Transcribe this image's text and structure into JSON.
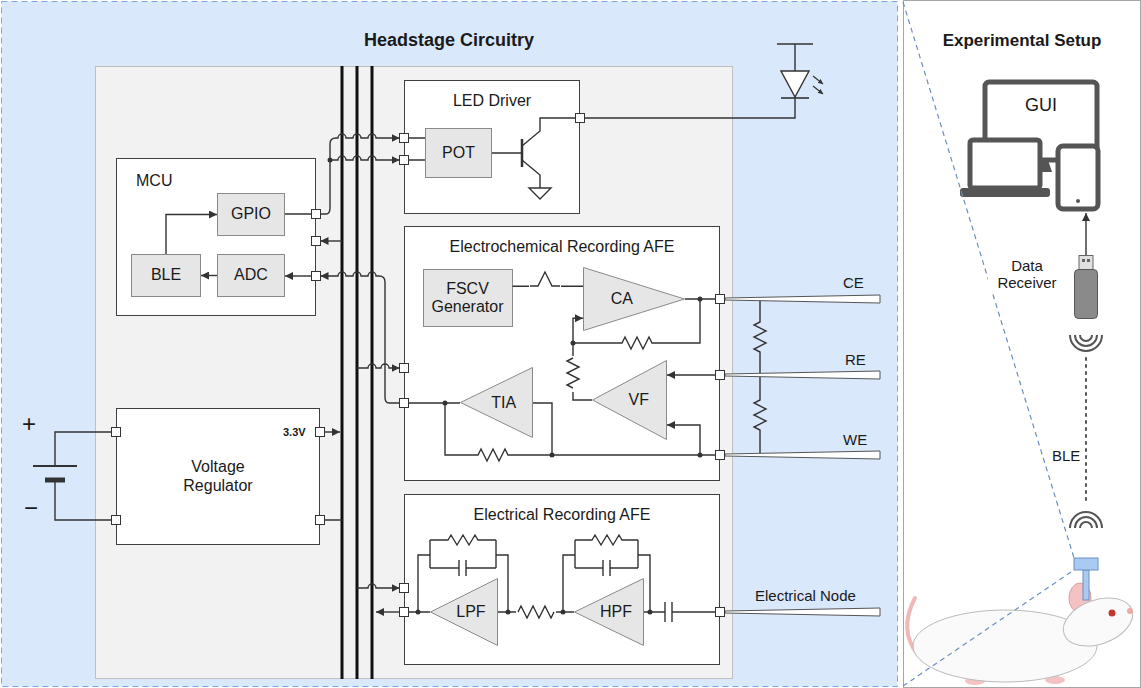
{
  "diagram": {
    "nodes": [
      {
        "text": [
          "Headstage Circuitry"
        ]
      },
      {
        "text": [
          "MCU"
        ],
        "in": 0
      },
      {
        "text": [
          "GPIO"
        ],
        "in": 1
      },
      {
        "text": [
          "BLE"
        ],
        "in": 1
      },
      {
        "text": [
          "ADC"
        ],
        "in": 1
      },
      {
        "text": [
          "LED Driver"
        ],
        "in": 0
      },
      {
        "text": [
          "POT"
        ],
        "in": 5
      },
      {
        "text": [
          "Electrochemical Recording AFE"
        ],
        "in": 0
      },
      {
        "text": [
          "FSCV Generator"
        ],
        "in": 7
      },
      {
        "text": [
          "CA"
        ],
        "in": 7
      },
      {
        "text": [
          "TIA"
        ],
        "in": 7
      },
      {
        "text": [
          "VF"
        ],
        "in": 7
      },
      {
        "text": [
          "Voltage Regulator"
        ],
        "in": 0
      },
      {
        "text": [
          "Electrical Recording AFE"
        ],
        "in": 0
      },
      {
        "text": [
          "LPF"
        ],
        "in": 13
      },
      {
        "text": [
          "HPF"
        ],
        "in": 13
      },
      {
        "text": [
          "Experimental Setup"
        ]
      },
      {
        "text": [
          "GUI"
        ],
        "in": 16
      },
      {
        "text": [
          "Data Receiver"
        ],
        "in": 16
      }
    ],
    "edges": [
      {
        "from": 3,
        "to": 2,
        "arrow": "to"
      },
      {
        "from": 4,
        "to": 3,
        "arrow": "to"
      },
      {
        "from": 8,
        "to": 9,
        "arrow": "none"
      },
      {
        "from": 11,
        "to": 9,
        "arrow": "to"
      },
      {
        "from": 15,
        "to": 14,
        "arrow": "none"
      },
      {
        "from": 18,
        "to": 17,
        "arrow": "to"
      }
    ],
    "labels": [
      "+",
      "−",
      "3.3V",
      "CE",
      "RE",
      "WE",
      "Electrical Node",
      "BLE"
    ]
  }
}
